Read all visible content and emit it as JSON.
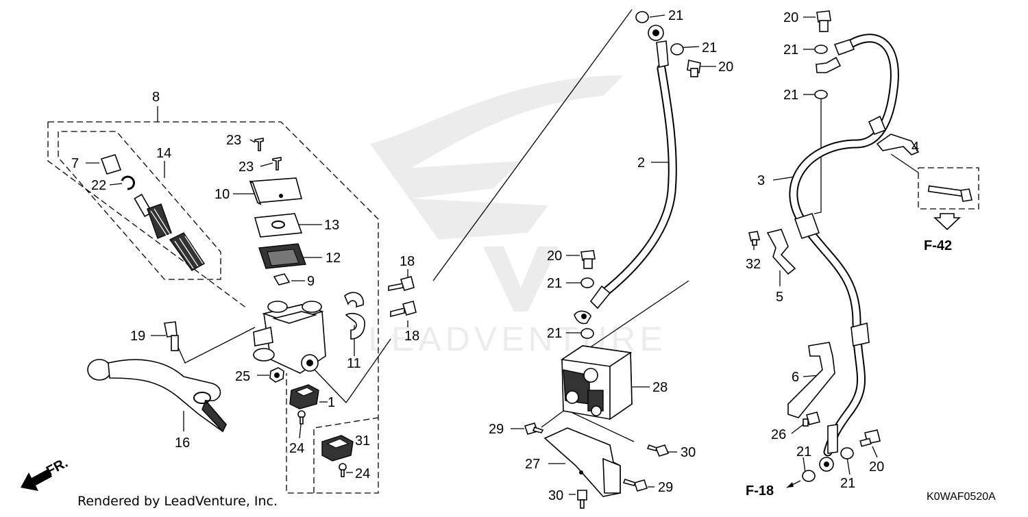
{
  "diagram": {
    "labels": {
      "l1": "1",
      "l2": "2",
      "l3": "3",
      "l4": "4",
      "l5": "5",
      "l6": "6",
      "l7": "7",
      "l8": "8",
      "l9": "9",
      "l10": "10",
      "l11": "11",
      "l12": "12",
      "l13": "13",
      "l14": "14",
      "l16": "16",
      "l18a": "18",
      "l18b": "18",
      "l19": "19",
      "l20a": "20",
      "l20b": "20",
      "l20c": "20",
      "l20d": "20",
      "l21a": "21",
      "l21b": "21",
      "l21c": "21",
      "l21d": "21",
      "l21e": "21",
      "l21f": "21",
      "l21g": "21",
      "l21h": "21",
      "l22": "22",
      "l23a": "23",
      "l23b": "23",
      "l24a": "24",
      "l24b": "24",
      "l25": "25",
      "l26": "26",
      "l27": "27",
      "l28": "28",
      "l29a": "29",
      "l29b": "29",
      "l30a": "30",
      "l30b": "30",
      "l31": "31",
      "l32": "32"
    },
    "refs": {
      "f42": "F-42",
      "f18": "F-18"
    },
    "front_label": "FR.",
    "watermark": "LEADVENTURE",
    "footer": "Rendered by LeadVenture, Inc.",
    "code": "K0WAF0520A"
  }
}
